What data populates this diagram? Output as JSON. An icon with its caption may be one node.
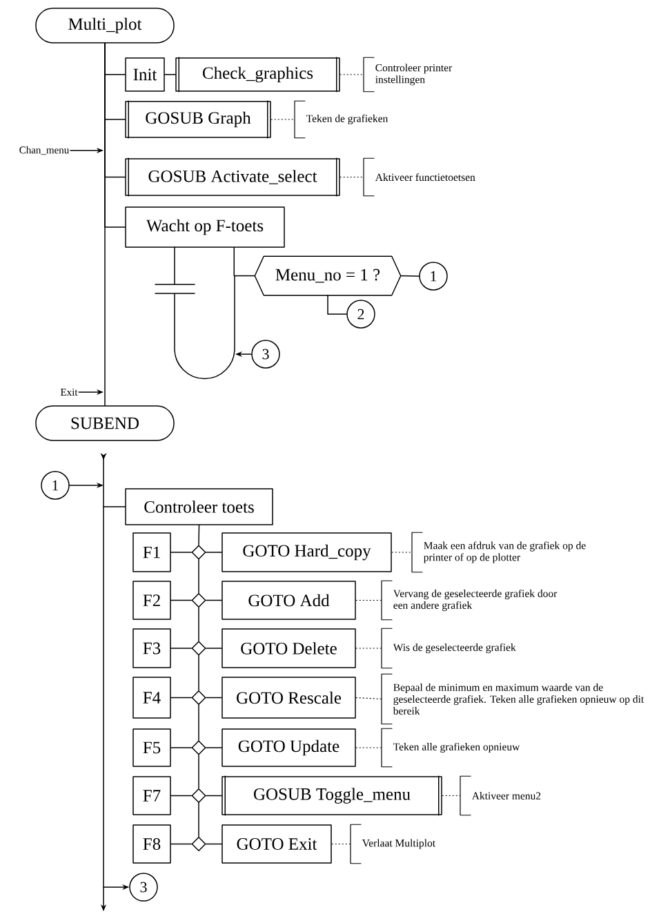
{
  "diagram": {
    "nodes": [
      {
        "text": [
          "Multi_plot"
        ]
      },
      {
        "text": [
          "Init"
        ]
      },
      {
        "text": [
          "Check_graphics"
        ]
      },
      {
        "text": [
          "Controleer printer instellingen"
        ]
      },
      {
        "text": [
          "GOSUB Graph"
        ]
      },
      {
        "text": [
          "Teken de grafieken"
        ]
      },
      {
        "text": [
          "GOSUB Activate_select"
        ]
      },
      {
        "text": [
          "Aktiveer functietoetsen"
        ]
      },
      {
        "text": [
          "Wacht op F-toets"
        ]
      },
      {
        "text": [
          "Menu_no = 1 ?"
        ]
      },
      {
        "text": [
          "1"
        ]
      },
      {
        "text": [
          "2"
        ]
      },
      {
        "text": [
          "3"
        ]
      },
      {
        "text": [
          "Chan_menu"
        ]
      },
      {
        "text": [
          "Exit"
        ]
      },
      {
        "text": [
          "SUBEND"
        ]
      },
      {
        "text": [
          "1"
        ]
      },
      {
        "text": [
          "Controleer toets"
        ]
      },
      {
        "text": [
          "F1"
        ]
      },
      {
        "text": [],
        "shape": "diamond"
      },
      {
        "text": [
          "GOTO Hard_copy"
        ]
      },
      {
        "text": [
          "Maak een afdruk van de grafiek op de printer of op de plotter"
        ]
      },
      {
        "text": [
          "F2"
        ]
      },
      {
        "text": [],
        "shape": "diamond"
      },
      {
        "text": [
          "GOTO Add"
        ]
      },
      {
        "text": [
          "Vervang de geselecteerde grafiek door een andere grafiek"
        ]
      },
      {
        "text": [
          "F3"
        ]
      },
      {
        "text": [],
        "shape": "diamond"
      },
      {
        "text": [
          "GOTO Delete"
        ]
      },
      {
        "text": [
          "Wis de geselecteerde grafiek"
        ]
      },
      {
        "text": [
          "F4"
        ]
      },
      {
        "text": [],
        "shape": "diamond"
      },
      {
        "text": [
          "GOTO Rescale"
        ]
      },
      {
        "text": [
          "Bepaal de minimum en maximum waarde van de geselecteerde grafiek. Teken alle grafieken opnieuw op dit bereik"
        ]
      },
      {
        "text": [
          "F5"
        ]
      },
      {
        "text": [],
        "shape": "diamond"
      },
      {
        "text": [
          "GOTO Update"
        ]
      },
      {
        "text": [
          "Teken alle grafieken opnieuw"
        ]
      },
      {
        "text": [
          "F7"
        ]
      },
      {
        "text": [],
        "shape": "diamond"
      },
      {
        "text": [
          "GOSUB Toggle_menu"
        ]
      },
      {
        "text": [
          "Aktiveer menu2"
        ]
      },
      {
        "text": [
          "F8"
        ]
      },
      {
        "text": [],
        "shape": "diamond"
      },
      {
        "text": [
          "GOTO Exit"
        ]
      },
      {
        "text": [
          "Verlaat Multiplot"
        ]
      },
      {
        "text": [
          "3"
        ]
      }
    ],
    "edges": [
      {
        "from": 0,
        "to": 1,
        "arrow": "none"
      },
      {
        "from": 1,
        "to": 2,
        "arrow": "none"
      },
      {
        "from": 2,
        "to": 3,
        "arrow": "none",
        "style": "dashed"
      },
      {
        "from": 0,
        "to": 4,
        "arrow": "none"
      },
      {
        "from": 4,
        "to": 5,
        "arrow": "none",
        "style": "dashed"
      },
      {
        "from": 0,
        "to": 6,
        "arrow": "none"
      },
      {
        "from": 6,
        "to": 7,
        "arrow": "none",
        "style": "dashed"
      },
      {
        "from": 0,
        "to": 8,
        "arrow": "none"
      },
      {
        "from": 8,
        "to": 9,
        "arrow": "none"
      },
      {
        "from": 9,
        "to": 10,
        "arrow": "none"
      },
      {
        "from": 9,
        "to": 11,
        "arrow": "none"
      },
      {
        "from": 12,
        "to": null,
        "arrow": "to"
      },
      {
        "from": 13,
        "to": null,
        "arrow": "to"
      },
      {
        "from": 14,
        "to": null,
        "arrow": "to"
      },
      {
        "from": 0,
        "to": 15,
        "arrow": "none"
      },
      {
        "from": 16,
        "to": null,
        "arrow": "to"
      },
      {
        "from": null,
        "to": 17,
        "arrow": "none"
      },
      {
        "from": 17,
        "to": 19,
        "arrow": "none"
      },
      {
        "from": 18,
        "to": 19,
        "arrow": "none"
      },
      {
        "from": 19,
        "to": 20,
        "arrow": "none"
      },
      {
        "from": 20,
        "to": 21,
        "arrow": "none",
        "style": "dashed"
      },
      {
        "from": 19,
        "to": 23,
        "arrow": "none"
      },
      {
        "from": 22,
        "to": 23,
        "arrow": "none"
      },
      {
        "from": 23,
        "to": 24,
        "arrow": "none"
      },
      {
        "from": 24,
        "to": 25,
        "arrow": "none",
        "style": "dashed"
      },
      {
        "from": 23,
        "to": 27,
        "arrow": "none"
      },
      {
        "from": 26,
        "to": 27,
        "arrow": "none"
      },
      {
        "from": 27,
        "to": 28,
        "arrow": "none"
      },
      {
        "from": 28,
        "to": 29,
        "arrow": "none",
        "style": "dashed"
      },
      {
        "from": 27,
        "to": 31,
        "arrow": "none"
      },
      {
        "from": 30,
        "to": 31,
        "arrow": "none"
      },
      {
        "from": 31,
        "to": 32,
        "arrow": "none"
      },
      {
        "from": 32,
        "to": 33,
        "arrow": "none",
        "style": "dashed"
      },
      {
        "from": 31,
        "to": 35,
        "arrow": "none"
      },
      {
        "from": 34,
        "to": 35,
        "arrow": "none"
      },
      {
        "from": 35,
        "to": 36,
        "arrow": "none"
      },
      {
        "from": 36,
        "to": 37,
        "arrow": "none",
        "style": "dashed"
      },
      {
        "from": 35,
        "to": 39,
        "arrow": "none"
      },
      {
        "from": 38,
        "to": 39,
        "arrow": "none"
      },
      {
        "from": 39,
        "to": 40,
        "arrow": "none"
      },
      {
        "from": 40,
        "to": 41,
        "arrow": "none",
        "style": "dashed"
      },
      {
        "from": 39,
        "to": 43,
        "arrow": "none"
      },
      {
        "from": 42,
        "to": 43,
        "arrow": "none"
      },
      {
        "from": 43,
        "to": 44,
        "arrow": "none"
      },
      {
        "from": 44,
        "to": 45,
        "arrow": "none",
        "style": "dashed"
      },
      {
        "from": null,
        "to": 46,
        "arrow": "to"
      }
    ]
  }
}
